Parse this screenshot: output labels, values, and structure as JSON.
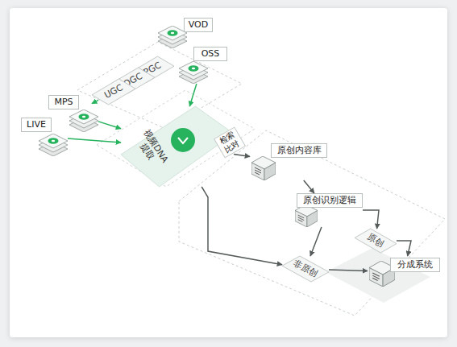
{
  "diagram": {
    "nodes": [
      {
        "text": [
          "VOD"
        ]
      },
      {
        "text": [
          "OSS"
        ]
      },
      {
        "text": [
          "PGC"
        ]
      },
      {
        "text": [
          "OGC"
        ]
      },
      {
        "text": [
          "UGC"
        ]
      },
      {
        "text": [
          "MPS"
        ]
      },
      {
        "text": [
          "LIVE"
        ]
      },
      {
        "text": [
          "视频DNA 提取"
        ]
      },
      {
        "text": [
          "原创内容库"
        ]
      },
      {
        "text": [
          "原创识别逻辑"
        ]
      },
      {
        "text": [
          "原创"
        ]
      },
      {
        "text": [
          "非原创"
        ]
      },
      {
        "text": [
          "分成系统"
        ]
      }
    ],
    "edges": [
      {
        "from": 1,
        "to": 7,
        "arrow": "to"
      },
      {
        "from": 5,
        "to": 4,
        "arrow": "to"
      },
      {
        "from": 5,
        "to": 7,
        "arrow": "to"
      },
      {
        "from": 6,
        "to": 7,
        "arrow": "to"
      },
      {
        "from": 7,
        "to": 8,
        "label": "检索 比对",
        "arrow": "to"
      },
      {
        "from": 7,
        "to": 11,
        "arrow": "to"
      },
      {
        "from": 8,
        "to": 9,
        "arrow": "to"
      },
      {
        "from": 9,
        "to": 10,
        "arrow": "to"
      },
      {
        "from": 9,
        "to": 11,
        "arrow": "to"
      },
      {
        "from": 10,
        "to": 12,
        "arrow": "to"
      },
      {
        "from": 11,
        "to": 12,
        "arrow": "to"
      }
    ]
  }
}
